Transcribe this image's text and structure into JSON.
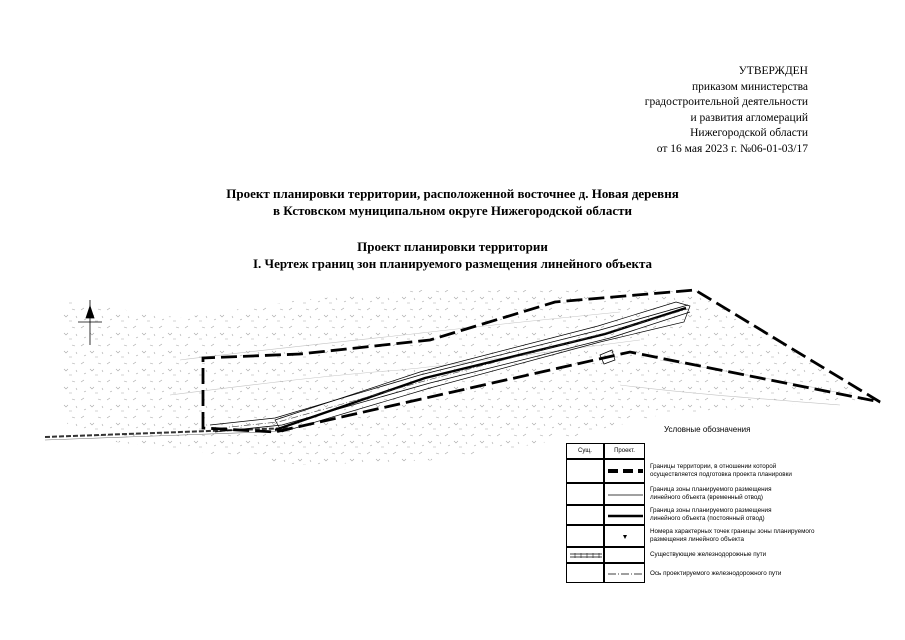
{
  "approval": {
    "lines": [
      "УТВЕРЖДЕН",
      "приказом министерства",
      "градостроительной деятельности",
      "и развития агломераций",
      "Нижегородской области",
      "от 16 мая 2023 г. №06-01-03/17"
    ]
  },
  "header": {
    "project_title_line1": "Проект планировки территории, расположенной восточнее д. Новая деревня",
    "project_title_line2": "в Кстовском муниципальном округе Нижегородской области",
    "section_title": "Проект планировки территории",
    "drawing_title": "I. Чертеж границ зон планируемого размещения линейного объекта"
  },
  "legend": {
    "caption": "Условные обозначения",
    "col_existing": "Сущ.",
    "col_project": "Проект.",
    "items": [
      {
        "line1": "Границы территории, в отношении которой",
        "line2": "осуществляется подготовка проекта планировки"
      },
      {
        "line1": "Граница зоны планируемого размещения",
        "line2": "линейного объекта (временный отвод)"
      },
      {
        "line1": "Граница зоны планируемого размещения",
        "line2": "линейного объекта (постоянный отвод)"
      },
      {
        "line1": "Номера характерных точек границы зоны планируемого",
        "line2": "размещения линейного объекта"
      },
      {
        "line1": "Существующие железнодорожные пути",
        "line2": ""
      },
      {
        "line1": "Ось проектируемого железнодорожного пути",
        "line2": ""
      }
    ]
  }
}
